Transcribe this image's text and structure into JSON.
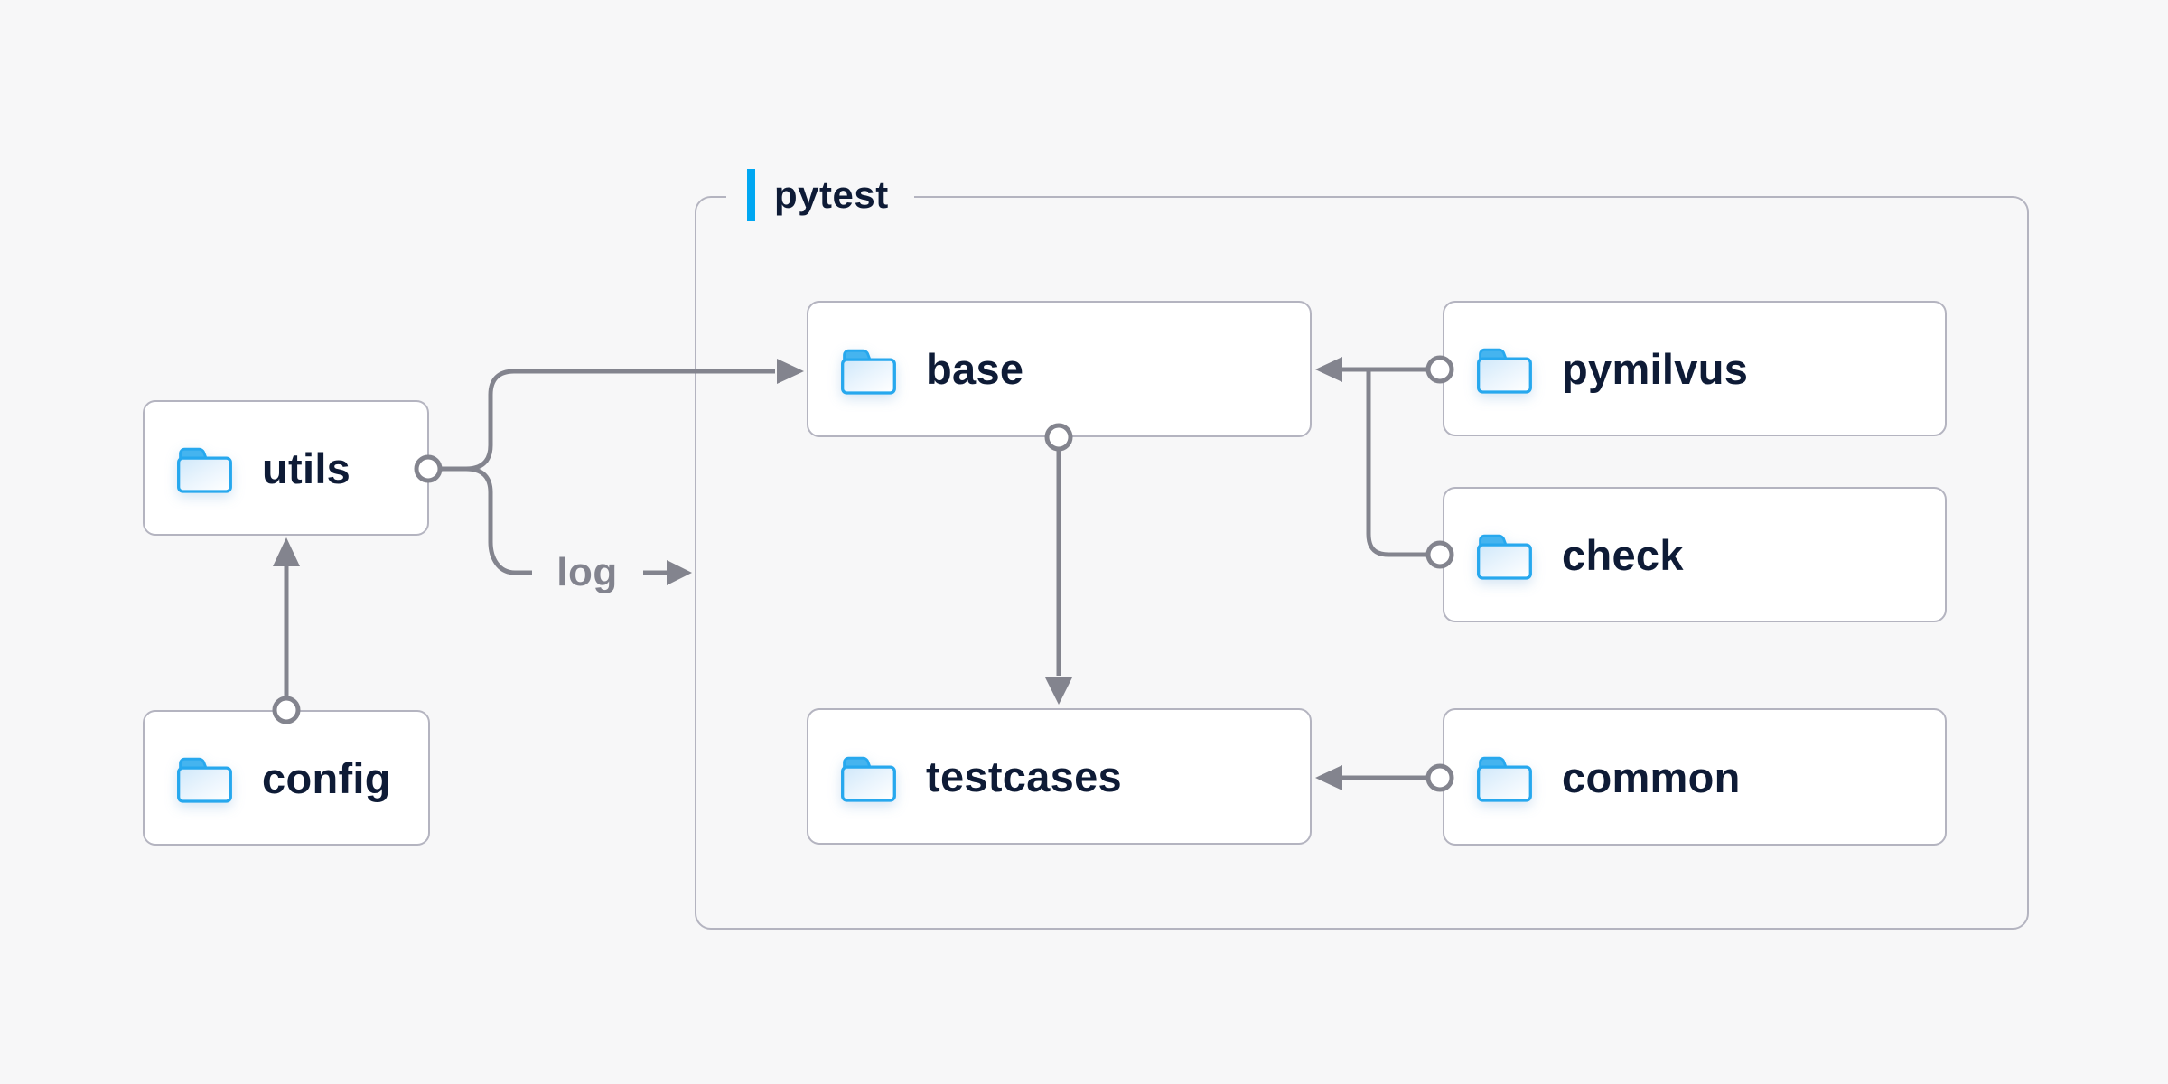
{
  "diagram": {
    "group": {
      "label": "pytest"
    },
    "nodes": [
      {
        "id": "utils",
        "label": "utils",
        "icon": "folder-icon"
      },
      {
        "id": "config",
        "label": "config",
        "icon": "folder-icon"
      },
      {
        "id": "base",
        "label": "base",
        "icon": "folder-icon"
      },
      {
        "id": "pymilvus",
        "label": "pymilvus",
        "icon": "folder-icon"
      },
      {
        "id": "check",
        "label": "check",
        "icon": "folder-icon"
      },
      {
        "id": "testcases",
        "label": "testcases",
        "icon": "folder-icon"
      },
      {
        "id": "common",
        "label": "common",
        "icon": "folder-icon"
      }
    ],
    "edges": [
      {
        "from": "config",
        "to": "utils",
        "label": ""
      },
      {
        "from": "utils",
        "to": "base",
        "label": ""
      },
      {
        "from": "utils",
        "to": "pytest-group",
        "label": "log"
      },
      {
        "from": "pymilvus",
        "to": "base",
        "label": ""
      },
      {
        "from": "check",
        "to": "base",
        "label": ""
      },
      {
        "from": "base",
        "to": "testcases",
        "label": ""
      },
      {
        "from": "common",
        "to": "testcases",
        "label": ""
      }
    ],
    "edge_label_log": "log",
    "colors": {
      "background": "#f7f7f8",
      "node_fill": "#ffffff",
      "border": "#b4b4c0",
      "connector": "#83848e",
      "accent_bar": "#00a7f2",
      "folder_blue": "#27a8ee",
      "text": "#0e1b36",
      "muted_text": "#82838e"
    }
  }
}
